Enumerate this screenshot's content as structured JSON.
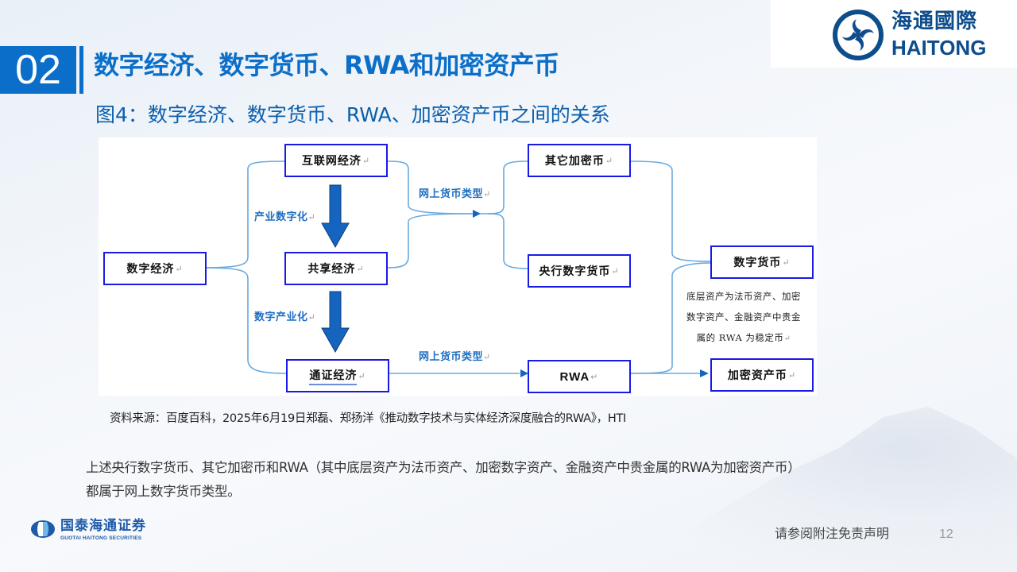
{
  "header": {
    "section_number": "02",
    "title": "数字经济、数字货币、RWA和加密资产币",
    "figure_title": "图4：数字经济、数字货币、RWA、加密资产币之间的关系"
  },
  "brand": {
    "logo_cn": "海通國際",
    "logo_en": "HAITONG",
    "footer_cn": "国泰海通证券",
    "footer_en": "GUOTAI HAITONG SECURITIES",
    "primary_color": "#0b6fc9",
    "logo_color": "#0e4d8c"
  },
  "diagram": {
    "return_mark": "↵",
    "nodes": {
      "digital_economy": "数字经济",
      "internet_economy": "互联网经济",
      "sharing_economy": "共享经济",
      "token_economy": "通证经济",
      "other_crypto": "其它加密币",
      "cbdc": "央行数字货币",
      "rwa": "RWA",
      "digital_currency": "数字货币",
      "crypto_asset": "加密资产币"
    },
    "edge_labels": {
      "industry_digitalization": "产业数字化",
      "digital_industrialization": "数字产业化",
      "online_currency_top": "网上货币类型",
      "online_currency_bottom": "网上货币类型"
    },
    "note_lines": [
      "底层资产为法币资产、加密",
      "数字资产、金融资产中贵金",
      "属的 RWA 为稳定币"
    ],
    "node_border_color": "#1a1ae6",
    "connector_color": "#6aaae0",
    "arrow_color": "#1565c0"
  },
  "source": "资料来源：百度百科，2025年6月19日郑磊、郑扬洋《推动数字技术与实体经济深度融合的RWA》，HTI",
  "body": {
    "line1": "上述央行数字货币、其它加密币和RWA（其中底层资产为法币资产、加密数字资产、金融资产中贵金属的RWA为加密资产币）",
    "line2": "都属于网上数字货币类型。"
  },
  "footer": {
    "disclaimer": "请参阅附注免责声明",
    "page_number": "12"
  }
}
